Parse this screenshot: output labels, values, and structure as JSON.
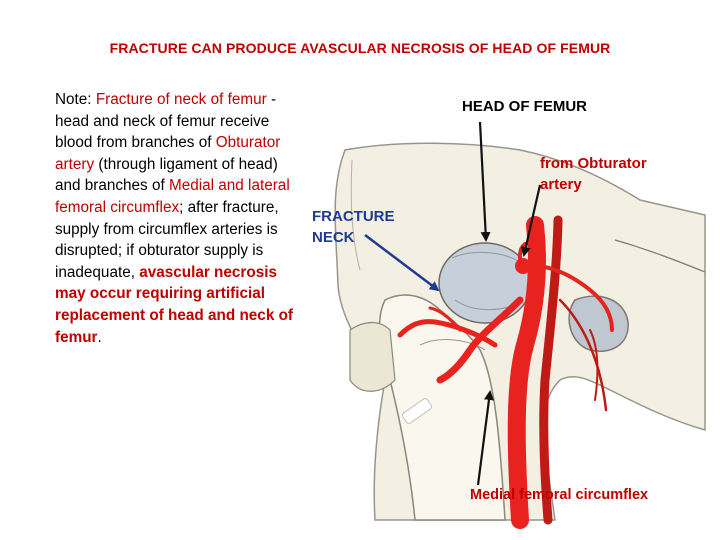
{
  "title": "FRACTURE CAN PRODUCE AVASCULAR NECROSIS OF HEAD OF FEMUR",
  "note": {
    "prefix": "Note: ",
    "s1": "Fracture of neck of femur",
    "s2": " - head and neck of femur receive blood from branches of ",
    "s3": "Obturator artery",
    "s4": " (through ligament of head) and branches of ",
    "s5": "Medial and lateral femoral circumflex",
    "s6": "; after fracture, supply from circumflex arteries is disrupted; if obturator supply is inadequate, ",
    "s7": "avascular necrosis may occur requiring artificial replacement of head and neck of femur",
    "s8": "."
  },
  "labels": {
    "head": "HEAD OF FEMUR",
    "obturator_1": "from Obturator",
    "obturator_2": "artery",
    "fracture_1": "FRACTURE",
    "fracture_2": "NECK",
    "medial": "Medial femoral circumflex"
  },
  "colors": {
    "accent": "#c00000",
    "fracture_label": "#1f3a93",
    "artery": "#e8231f",
    "head": "#c7d0da",
    "bone": "#f3efe2"
  }
}
